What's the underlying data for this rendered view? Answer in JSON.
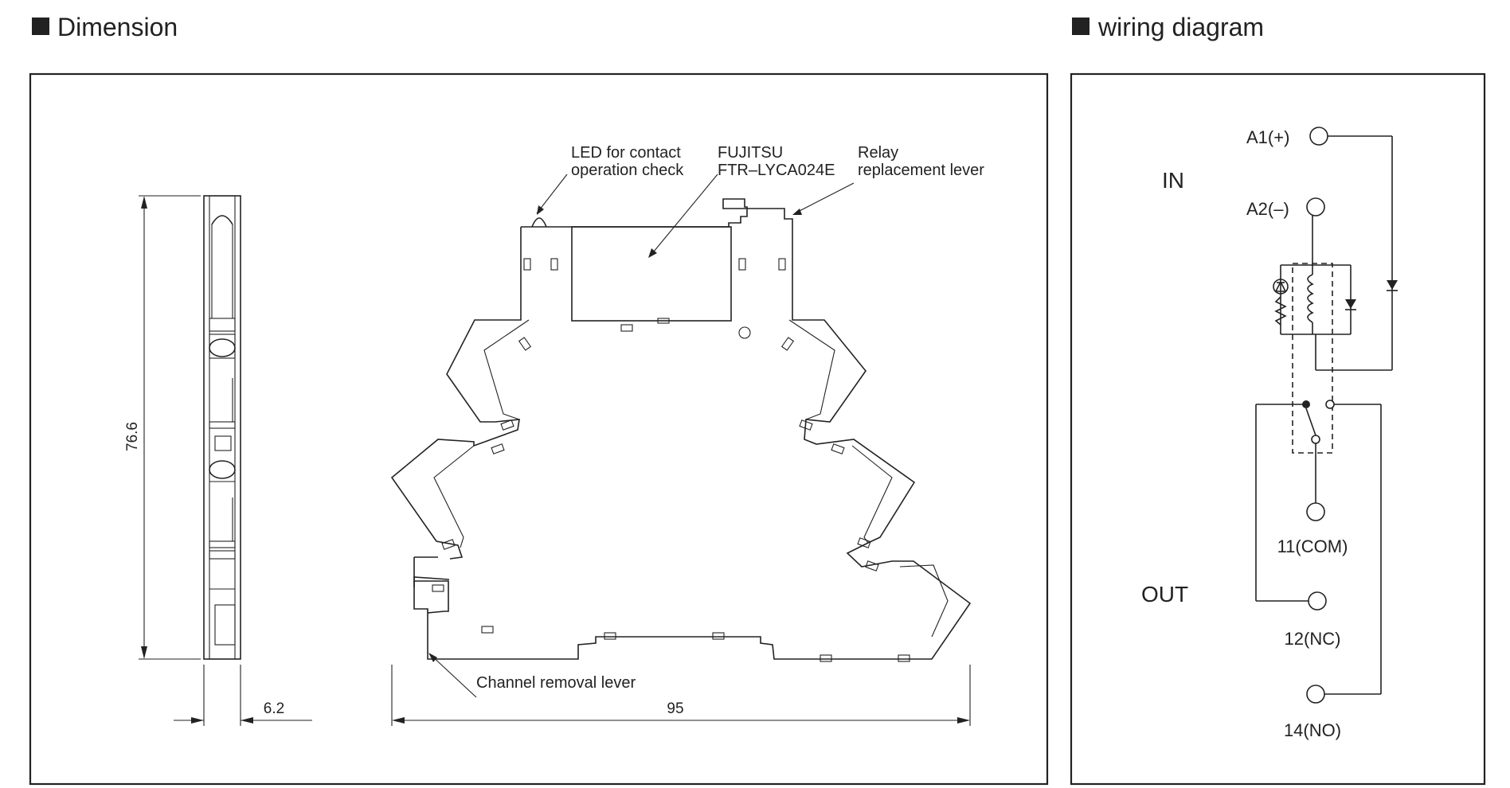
{
  "dimension": {
    "title": "Dimension",
    "labels": {
      "led": [
        "LED for contact",
        "operation check"
      ],
      "relay_model": [
        "FUJITSU",
        "FTR–LYCA024E"
      ],
      "relay_lever": [
        "Relay",
        "replacement lever"
      ],
      "channel_lever": "Channel removal lever",
      "height": "76.6",
      "width": "6.2",
      "length": "95"
    }
  },
  "wiring": {
    "title": "wiring diagram",
    "in_label": "IN",
    "out_label": "OUT",
    "terminals": {
      "a1": "A1(+)",
      "a2": "A2(–)",
      "com": "11(COM)",
      "nc": "12(NC)",
      "no": "14(NO)"
    }
  }
}
